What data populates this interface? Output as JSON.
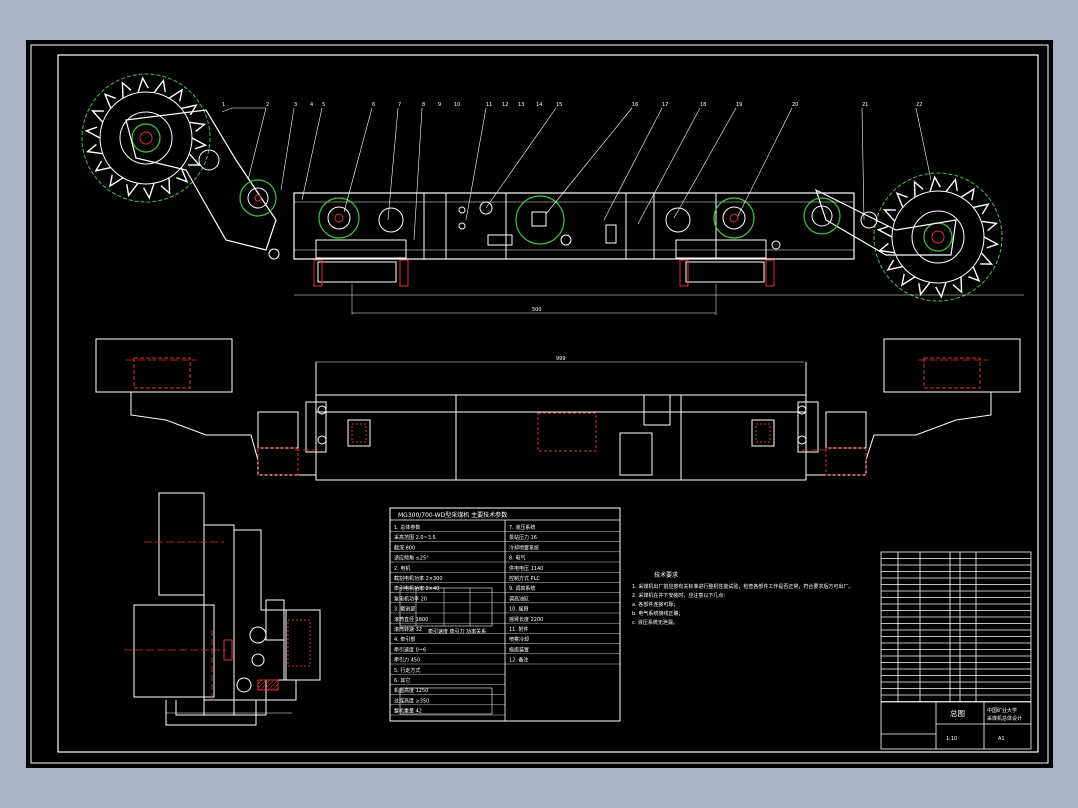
{
  "drawing": {
    "part_numbers": [
      "1",
      "2",
      "3",
      "4",
      "5",
      "6",
      "7",
      "8",
      "9",
      "10",
      "11",
      "12",
      "13",
      "14",
      "15",
      "16",
      "17",
      "18",
      "19",
      "20",
      "21",
      "22"
    ],
    "dim_bottom": "500",
    "dim_mid": "999",
    "params_table": {
      "title": "MG300/700-WD型采煤机 主要技术参数",
      "rows_left": [
        "1. 总体参数",
        "采高范围 2.0~3.5",
        "截深 800",
        "适应倾角 ≤25°",
        "2. 电机",
        "截割电机功率 2×300",
        "牵引电机功率 2×40",
        "泵电机功率 20",
        "3. 截割部",
        "滚筒直径 1800",
        "滚筒转速 32",
        "4. 牵引部",
        "牵引速度 0~6",
        "牵引力 450",
        "5. 行走方式",
        "6. 其它",
        "机面高度 1250",
        "过煤高度 ≥350",
        "整机重量 42"
      ],
      "rows_right": [
        "7. 液压系统",
        "泵站压力 16",
        "冷却喷雾系统",
        "8. 电气",
        "供电电压 1140",
        "控制方式 PLC",
        "9. 调高系统",
        "调高油缸",
        "10. 摇臂",
        "摇臂长度 2200",
        "11. 附件",
        "喷雾冷却",
        "拖缆装置",
        "12. 备注"
      ],
      "mid_caption": "牵引速度 牵引力 功率关系"
    },
    "tech_requirements": {
      "title": "技术要求",
      "lines": [
        "1. 采煤机出厂前应按有关标准进行整机性能试验，检查各部件工作是否正常，符合要求后方可出厂。",
        "2. 采煤机在井下安装时，应注意以下几点：",
        "   a. 各部件连接可靠；",
        "   b. 电气系统接线正确；",
        "   c. 液压系统无泄漏。"
      ]
    },
    "title_block": {
      "drawing_name": "总图",
      "school": "中国矿业大学",
      "product": "采煤机总体设计",
      "scale": "1:10",
      "sheet": "A1"
    }
  }
}
